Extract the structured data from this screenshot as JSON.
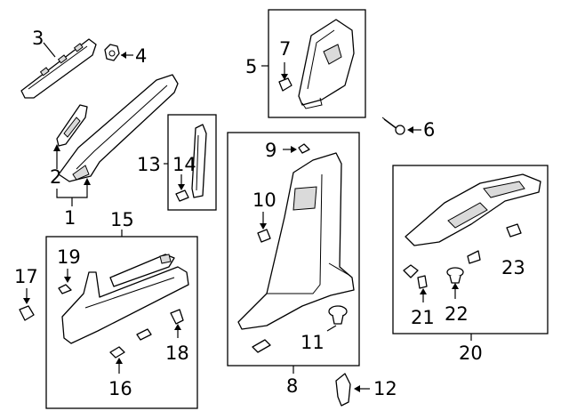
{
  "diagram": {
    "callouts": {
      "c1": "1",
      "c2": "2",
      "c3": "3",
      "c4": "4",
      "c5": "5",
      "c6": "6",
      "c7": "7",
      "c8": "8",
      "c9": "9",
      "c10": "10",
      "c11": "11",
      "c12": "12",
      "c13": "13",
      "c14": "14",
      "c15": "15",
      "c16": "16",
      "c17": "17",
      "c18": "18",
      "c19": "19",
      "c20": "20",
      "c21": "21",
      "c22": "22",
      "c23": "23"
    }
  },
  "style": {
    "line_color": "#000000",
    "shade_color": "#dadada",
    "background": "#ffffff"
  }
}
